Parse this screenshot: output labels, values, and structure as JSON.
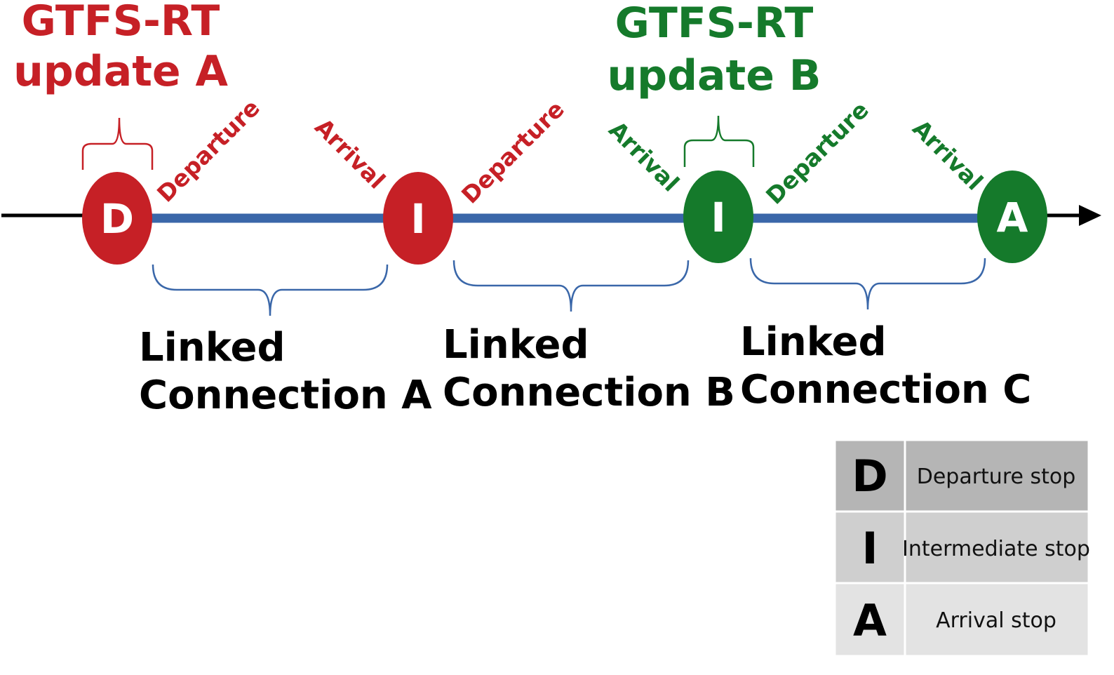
{
  "updates": [
    {
      "line1": "GTFS-RT",
      "line2": "update A",
      "color": "#c62026"
    },
    {
      "line1": "GTFS-RT",
      "line2": "update B",
      "color": "#157a2b"
    }
  ],
  "stops": [
    {
      "letter": "D",
      "color": "#c62026"
    },
    {
      "letter": "I",
      "color": "#c62026"
    },
    {
      "letter": "I",
      "color": "#157a2b"
    },
    {
      "letter": "A",
      "color": "#157a2b"
    }
  ],
  "connections": [
    {
      "line1": "Linked",
      "line2": "Connection A",
      "departure": "Departure",
      "arrival": "Arrival",
      "label_color": "#c62026"
    },
    {
      "line1": "Linked",
      "line2": "Connection B",
      "departure": "Departure",
      "arrival": "Arrival",
      "label_color": "#157a2b"
    },
    {
      "line1": "Linked",
      "line2": "Connection C",
      "departure": "Departure",
      "arrival": "Arrival",
      "label_color": "#157a2b"
    }
  ],
  "legend": [
    {
      "key": "D",
      "description": "Departure stop",
      "fill": "#b5b5b5"
    },
    {
      "key": "I",
      "description": "Intermediate stop",
      "fill": "#cfcfcf"
    },
    {
      "key": "A",
      "description": "Arrival stop",
      "fill": "#e3e3e3"
    }
  ],
  "colors": {
    "track": "#3a67a9",
    "brace": "#3a67a9",
    "timeline": "#000000",
    "legend_border": "#ffffff"
  }
}
